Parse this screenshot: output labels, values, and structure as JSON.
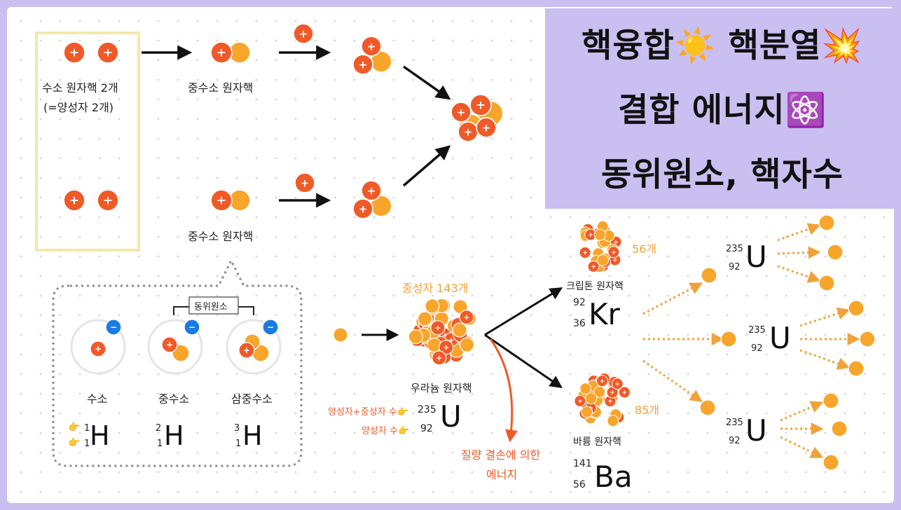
{
  "title": {
    "line1": "핵융합☀️ 핵분열💥",
    "line2": "결합 에너지⚛️",
    "line3": "동위원소, 핵자수"
  },
  "fusion": {
    "proton_pair_label": "수소 원자핵 2개",
    "proton_pair_note": "(=양성자 2개)",
    "deuterium_top": "중수소 원자핵",
    "deuterium_bottom": "중수소 원자핵",
    "plus_sign": "+",
    "minus_sign": "−"
  },
  "isotopes": {
    "group_label": "동위원소",
    "names": [
      "수소",
      "중수소",
      "삼중수소"
    ],
    "symbol": "H",
    "mass_numbers": [
      "1",
      "2",
      "3"
    ],
    "atomic_numbers": [
      "1",
      "1",
      "1"
    ],
    "hand_icon": "pointing-hand-icon",
    "atom_icon": "atom-icon"
  },
  "fission": {
    "neutron_count": "중성자 143개",
    "uranium_label": "우라늄 원자핵",
    "uranium_symbol": "U",
    "uranium_mass": "235",
    "uranium_atomic": "92",
    "mass_note": "양성자+중성자 수👉",
    "atomic_note": "양성자 수👉",
    "energy_note_1": "질량 결손에 의한",
    "energy_note_2": "에너지",
    "krypton_count": "56개",
    "krypton_label": "크립톤 원자핵",
    "krypton_mass": "92",
    "krypton_atomic": "36",
    "krypton_symbol": "Kr",
    "barium_count": "85개",
    "barium_label": "바륨 원자핵",
    "barium_mass": "141",
    "barium_atomic": "56",
    "barium_symbol": "Ba",
    "chain": [
      {
        "mass": "235",
        "atomic": "92",
        "symbol": "U"
      },
      {
        "mass": "235",
        "atomic": "92",
        "symbol": "U"
      },
      {
        "mass": "235",
        "atomic": "92",
        "symbol": "U"
      }
    ]
  },
  "colors": {
    "proton": "#f05a28",
    "neutron": "#f7a52b",
    "electron": "#1a7be0",
    "frame": "#f3e9a8",
    "panel": "#c9bff0",
    "arrow_orange": "#f0a23a",
    "energy_arrow": "#f05a28"
  }
}
